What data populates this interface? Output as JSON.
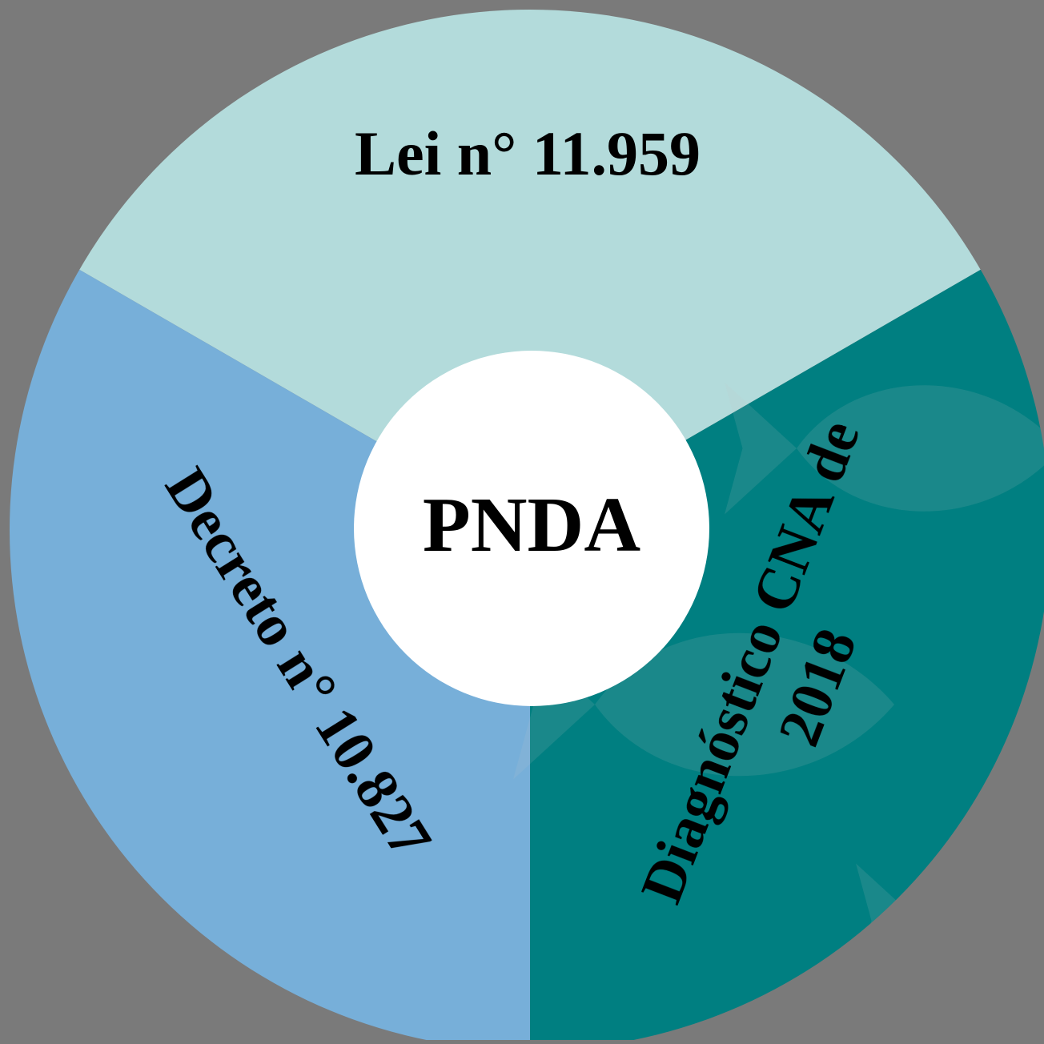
{
  "diagram": {
    "center_label": "PNDA",
    "segments": [
      {
        "id": "lei",
        "lines": [
          "Lei n° 11.959"
        ],
        "color": "#b3dbdb"
      },
      {
        "id": "diagnostico",
        "lines": [
          "Diagnóstico CNA de",
          "2018"
        ],
        "color": "#007f81"
      },
      {
        "id": "decreto",
        "lines": [
          "Decreto n° 10.827"
        ],
        "color": "#77afd9"
      }
    ],
    "colors": {
      "background": "#7a7a7a",
      "center_fill": "#ffffff",
      "text": "#000000",
      "watermark": "#c8c8c8"
    },
    "watermark_icon": "fish-icon"
  }
}
